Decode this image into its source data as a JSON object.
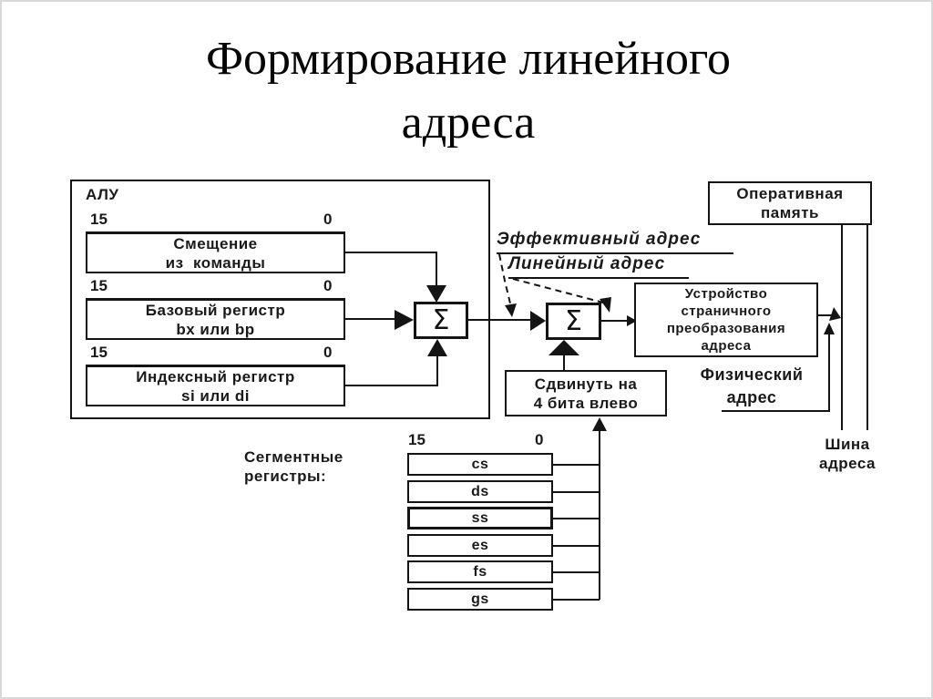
{
  "slide": {
    "title_line1": "Формирование линейного",
    "title_line2": "адреса"
  },
  "diagram": {
    "sigma_symbol": "Σ",
    "alu": {
      "label": "АЛУ",
      "bit_high": "15",
      "bit_low": "0",
      "registers": [
        {
          "line1": "Смещение",
          "line2": "из  команды"
        },
        {
          "line1": "Базовый регистр",
          "line2": "bx или bp"
        },
        {
          "line1": "Индексный регистр",
          "line2": "si или di"
        }
      ]
    },
    "labels": {
      "effective_address": "Эффективный адрес",
      "linear_address": "Линейный адрес",
      "physical_address_line1": "Физический",
      "physical_address_line2": "адрес",
      "address_bus_line1": "Шина",
      "address_bus_line2": "адреса"
    },
    "memory_box": {
      "line1": "Оперативная",
      "line2": "память"
    },
    "paging_box": {
      "line1": "Устройство",
      "line2": "страничного",
      "line3": "преобразования",
      "line4": "адреса"
    },
    "shift_box": {
      "line1": "Сдвинуть на",
      "line2": "4 бита влево"
    },
    "segment_registers": {
      "label_line1": "Сегментные",
      "label_line2": "регистры:",
      "bit_high": "15",
      "bit_low": "0",
      "items": [
        "cs",
        "ds",
        "ss",
        "es",
        "fs",
        "gs"
      ]
    }
  }
}
